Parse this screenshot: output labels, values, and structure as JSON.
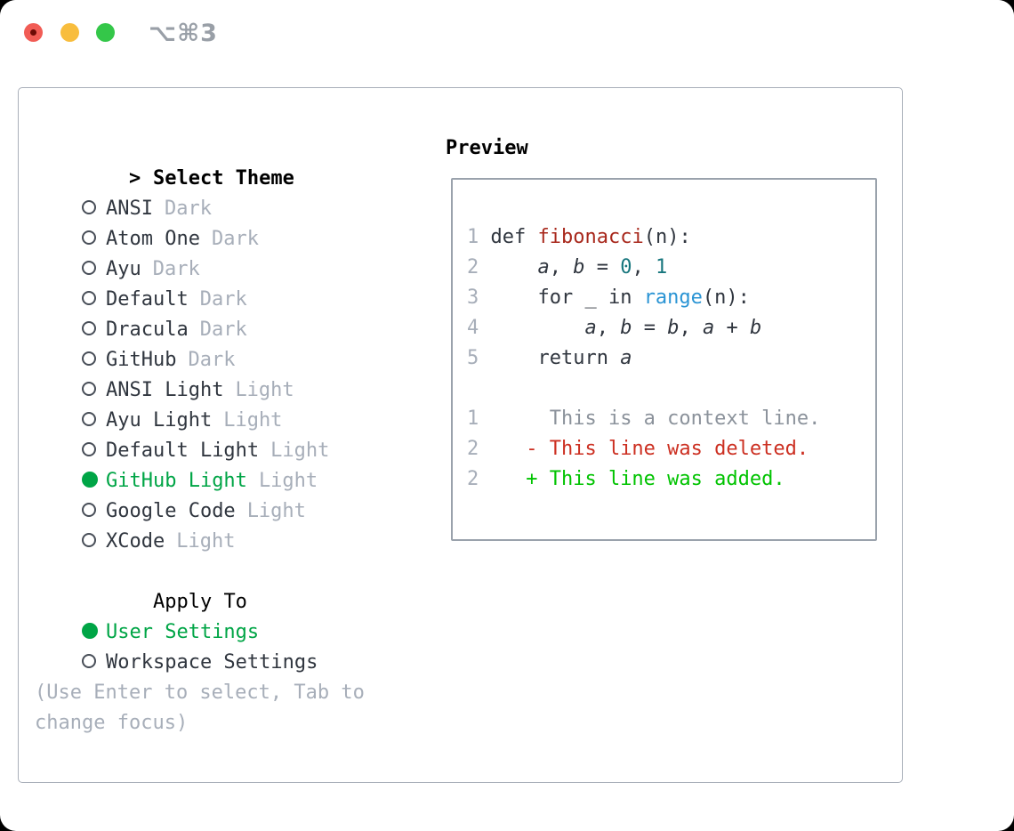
{
  "titlebar": {
    "title": "⌥⌘3"
  },
  "panel": {
    "theme_list": {
      "prompt": ">",
      "header": "Select Theme",
      "items": [
        {
          "name": "ANSI",
          "variant": "Dark",
          "selected": false
        },
        {
          "name": "Atom One",
          "variant": "Dark",
          "selected": false
        },
        {
          "name": "Ayu",
          "variant": "Dark",
          "selected": false
        },
        {
          "name": "Default",
          "variant": "Dark",
          "selected": false
        },
        {
          "name": "Dracula",
          "variant": "Dark",
          "selected": false
        },
        {
          "name": "GitHub",
          "variant": "Dark",
          "selected": false
        },
        {
          "name": "ANSI Light",
          "variant": "Light",
          "selected": false
        },
        {
          "name": "Ayu Light",
          "variant": "Light",
          "selected": false
        },
        {
          "name": "Default Light",
          "variant": "Light",
          "selected": false
        },
        {
          "name": "GitHub Light",
          "variant": "Light",
          "selected": true
        },
        {
          "name": "Google Code",
          "variant": "Light",
          "selected": false
        },
        {
          "name": "XCode",
          "variant": "Light",
          "selected": false
        }
      ]
    },
    "apply_to": {
      "header": "Apply To",
      "options": [
        {
          "label": "User Settings",
          "selected": true
        },
        {
          "label": "Workspace Settings",
          "selected": false
        }
      ]
    },
    "hint": "(Use Enter to select, Tab to change focus)",
    "preview": {
      "header": "Preview",
      "lines": [
        {
          "num": "1",
          "segments": [
            [
              " def ",
              "default"
            ],
            [
              "fibonacci",
              "function"
            ],
            [
              "(n):",
              "default"
            ]
          ]
        },
        {
          "num": "2",
          "segments": [
            [
              "     ",
              "default"
            ],
            [
              "a",
              "variable"
            ],
            [
              ", ",
              "default"
            ],
            [
              "b",
              "variable"
            ],
            [
              " = ",
              "default"
            ],
            [
              "0",
              "number"
            ],
            [
              ", ",
              "default"
            ],
            [
              "1",
              "number"
            ]
          ]
        },
        {
          "num": "3",
          "segments": [
            [
              "     for _ in ",
              "default"
            ],
            [
              "range",
              "builtin"
            ],
            [
              "(n):",
              "default"
            ]
          ]
        },
        {
          "num": "4",
          "segments": [
            [
              "         ",
              "default"
            ],
            [
              "a",
              "variable"
            ],
            [
              ", ",
              "default"
            ],
            [
              "b",
              "variable"
            ],
            [
              " = ",
              "default"
            ],
            [
              "b",
              "variable"
            ],
            [
              ", ",
              "default"
            ],
            [
              "a",
              "variable"
            ],
            [
              " + ",
              "default"
            ],
            [
              "b",
              "variable"
            ]
          ]
        },
        {
          "num": "5",
          "segments": [
            [
              "     return ",
              "default"
            ],
            [
              "a",
              "variable"
            ]
          ]
        },
        {
          "num": "",
          "segments": []
        },
        {
          "num": "1",
          "segments": [
            [
              "      This is a context line.",
              "context"
            ]
          ]
        },
        {
          "num": "2",
          "segments": [
            [
              "    - This line was deleted.",
              "deleted"
            ]
          ]
        },
        {
          "num": "2",
          "segments": [
            [
              "    + This line was added.",
              "added"
            ]
          ]
        }
      ]
    }
  },
  "colors": {
    "selected_green": "#00a546",
    "diff_added_green": "#00c300",
    "diff_deleted_red": "#cc2f21",
    "function_red": "#a8281c",
    "builtin_blue": "#2a94d4",
    "number_teal": "#17767d",
    "muted_gray": "#a7aeb9",
    "text_dark": "#30363f",
    "traffic_red": "#f15c55",
    "traffic_yellow": "#f8bd3d",
    "traffic_green": "#34c749"
  }
}
